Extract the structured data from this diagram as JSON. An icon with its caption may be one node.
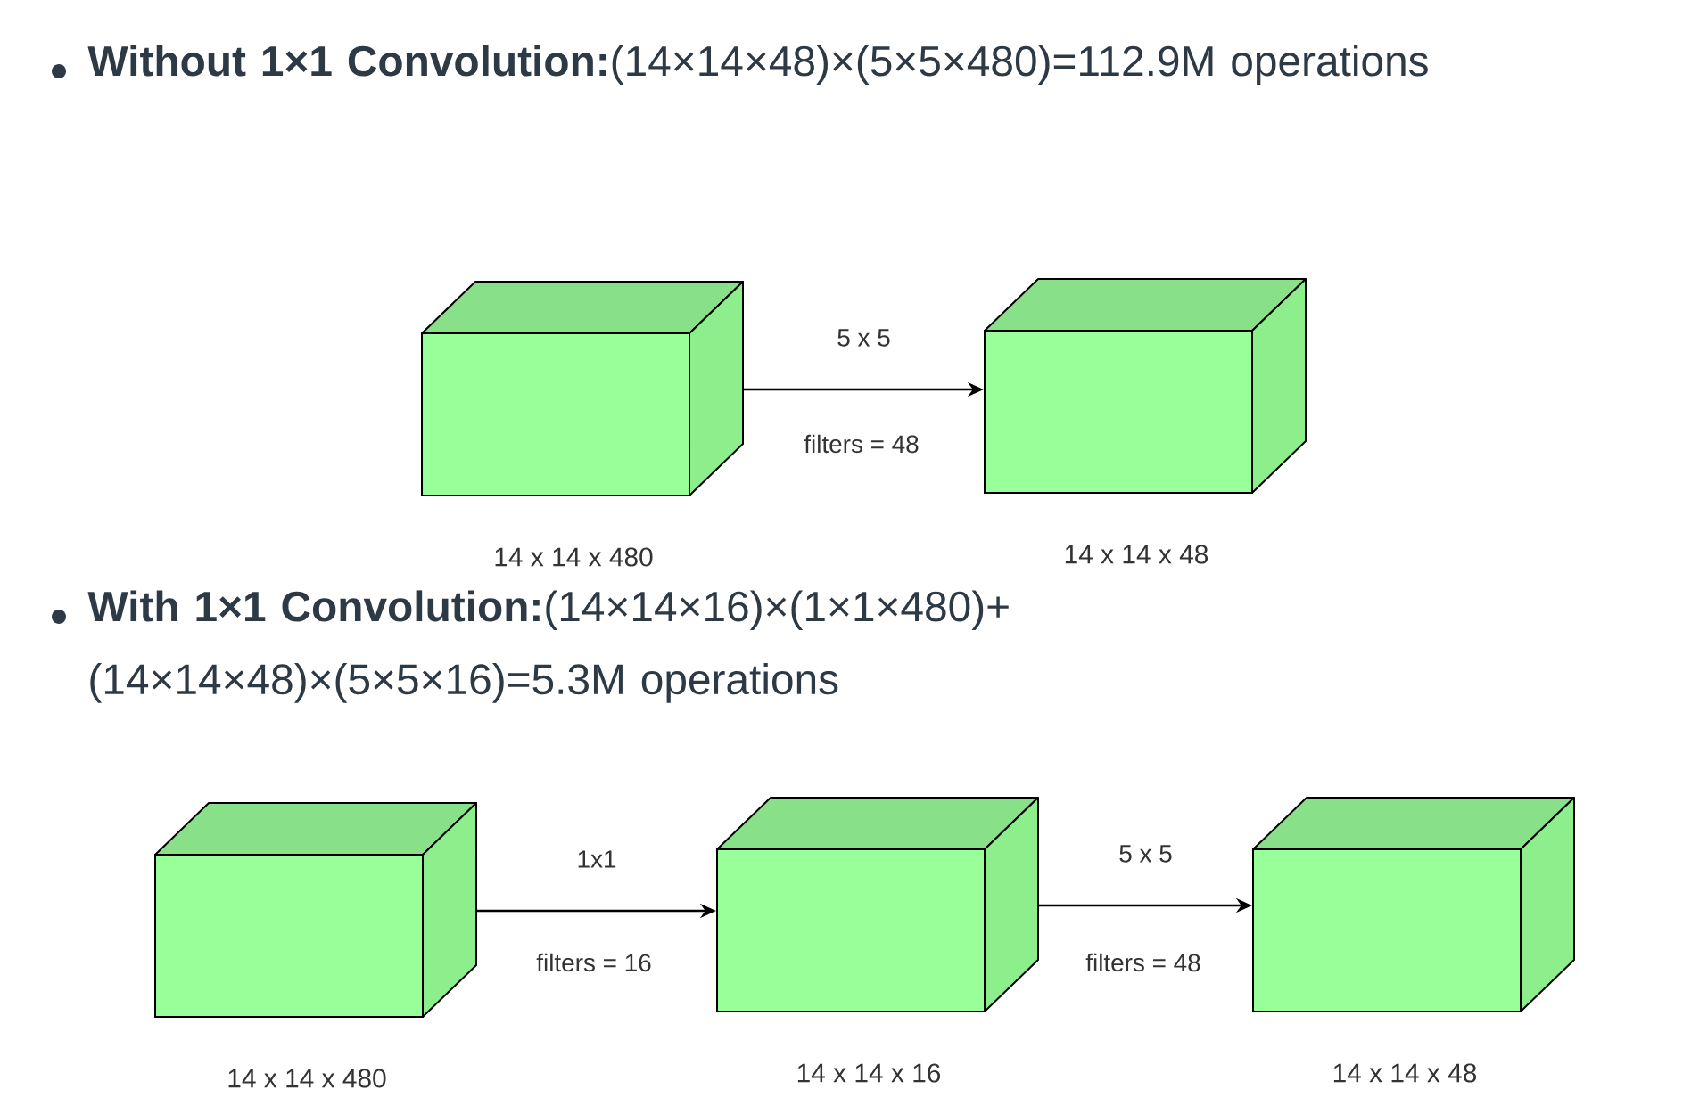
{
  "diagram": {
    "nodes": [
      {
        "text": [],
        "shape": "cube",
        "beside": [
          "14 x 14 x 480"
        ]
      },
      {
        "text": [],
        "shape": "cube",
        "beside": [
          "14 x 14 x 48"
        ]
      },
      {
        "text": [],
        "shape": "cube",
        "beside": [
          "14 x 14 x 480"
        ]
      },
      {
        "text": [],
        "shape": "cube",
        "beside": [
          "14 x 14 x 16"
        ]
      },
      {
        "text": [],
        "shape": "cube",
        "beside": [
          "14 x 14 x 48"
        ]
      }
    ],
    "edges": [
      {
        "from": 0,
        "to": 1,
        "arrow": "to",
        "label": "5 x 5"
      },
      {
        "from": 2,
        "to": 3,
        "arrow": "to",
        "label": "1x1"
      },
      {
        "from": 3,
        "to": 4,
        "arrow": "to",
        "label": "5 x 5"
      }
    ],
    "labels": [
      "**Without 1×1 Convolution:**(14×14×48)×(5×5×480)=112.9M operations",
      "filters = 48",
      "**With 1×1 Convolution:**(14×14×16)×(1×1×480)+(14×14×48)×(5×5×16)=5.3M operations",
      "filters = 16",
      "filters = 48"
    ]
  }
}
